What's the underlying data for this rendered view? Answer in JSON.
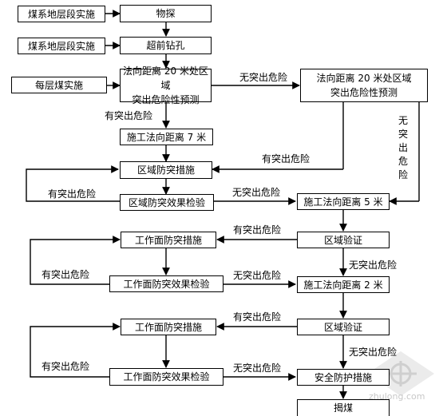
{
  "boxes": {
    "seam_stratum_1": "煤系地层段实施",
    "exploration": "物探",
    "seam_stratum_2": "煤系地层段实施",
    "advance_drilling": "超前钻孔",
    "each_layer": "每层煤实施",
    "predict_left_1": "法向距离 20 米处区域",
    "predict_left_2": "突出危险性预测",
    "predict_right_1": "法向距离 20 米处区域",
    "predict_right_2": "突出危险性预测",
    "construct_7m": "施工法向距离 7 米",
    "regional_measures": "区域防突措施",
    "regional_check": "区域防突效果检验",
    "construct_5m": "施工法向距离 5 米",
    "face_measures_1": "工作面防突措施",
    "region_verify_1": "区域验证",
    "face_check_1": "工作面防突效果检验",
    "construct_2m": "施工法向距离 2 米",
    "face_measures_2": "工作面防突措施",
    "region_verify_2": "区域验证",
    "face_check_2": "工作面防突效果检验",
    "safety_measures": "安全防护措施",
    "coal_uncovering": "揭煤"
  },
  "labels": {
    "no_danger": "无突出危险",
    "has_danger": "有突出危险"
  },
  "watermark": "zhulong.com"
}
